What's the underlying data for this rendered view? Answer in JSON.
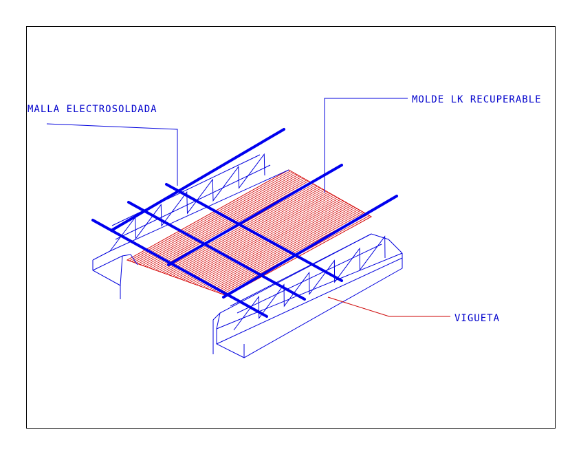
{
  "labels": {
    "malla": "MALLA ELECTROSOLDADA",
    "molde": "MOLDE LK RECUPERABLE",
    "vigueta": "VIGUETA"
  },
  "colors": {
    "text": "#0000cc",
    "rebar": "#0000ee",
    "outline": "#0000dd",
    "molde_hatch": "#d40000",
    "leader_vigueta": "#cc0000",
    "frame": "#000000"
  }
}
